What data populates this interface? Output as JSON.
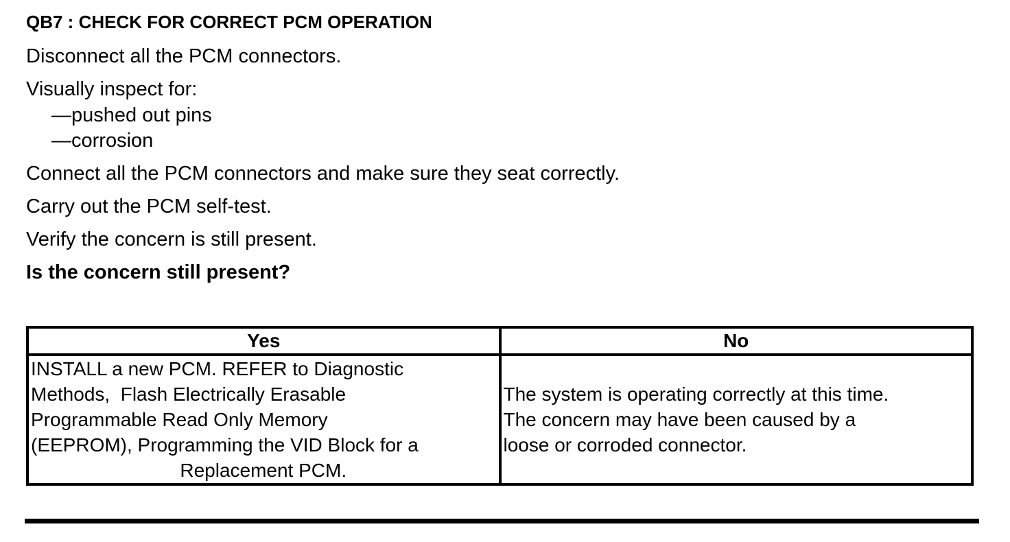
{
  "colors": {
    "background": "#ffffff",
    "text": "#000000",
    "table_border": "#000000",
    "rule": "#000000"
  },
  "heading": {
    "text": "QB7 : CHECK FOR CORRECT PCM OPERATION"
  },
  "procedure": {
    "steps": [
      {
        "text": "Disconnect all the PCM connectors."
      },
      {
        "text": "Visually inspect for:"
      },
      {
        "text": "—pushed out pins"
      },
      {
        "text": "—corrosion"
      },
      {
        "text": "Connect all the PCM connectors and make sure they seat correctly."
      },
      {
        "text": "Carry out the PCM self-test."
      },
      {
        "text": "Verify the concern is still present."
      },
      {
        "text": "Is the concern still present?"
      }
    ]
  },
  "result_table": {
    "yes_header": "Yes",
    "no_header": "No",
    "yes_lines": [
      "INSTALL a new PCM. REFER to Diagnostic",
      "Methods,  Flash Electrically Erasable",
      "Programmable Read Only Memory",
      "(EEPROM), Programming the VID Block for a",
      "Replacement PCM."
    ],
    "yes_text": "INSTALL a new PCM. REFER to Diagnostic Methods, Flash Electrically Erasable Programmable Read Only Memory (EEPROM), Programming the VID Block for a Replacement PCM.",
    "no_lines": [
      "The system is operating correctly at this time.",
      "The concern may have been caused by a",
      "loose or corroded connector."
    ],
    "no_text": "The system is operating correctly at this time. The concern may have been caused by a loose or corroded connector."
  }
}
